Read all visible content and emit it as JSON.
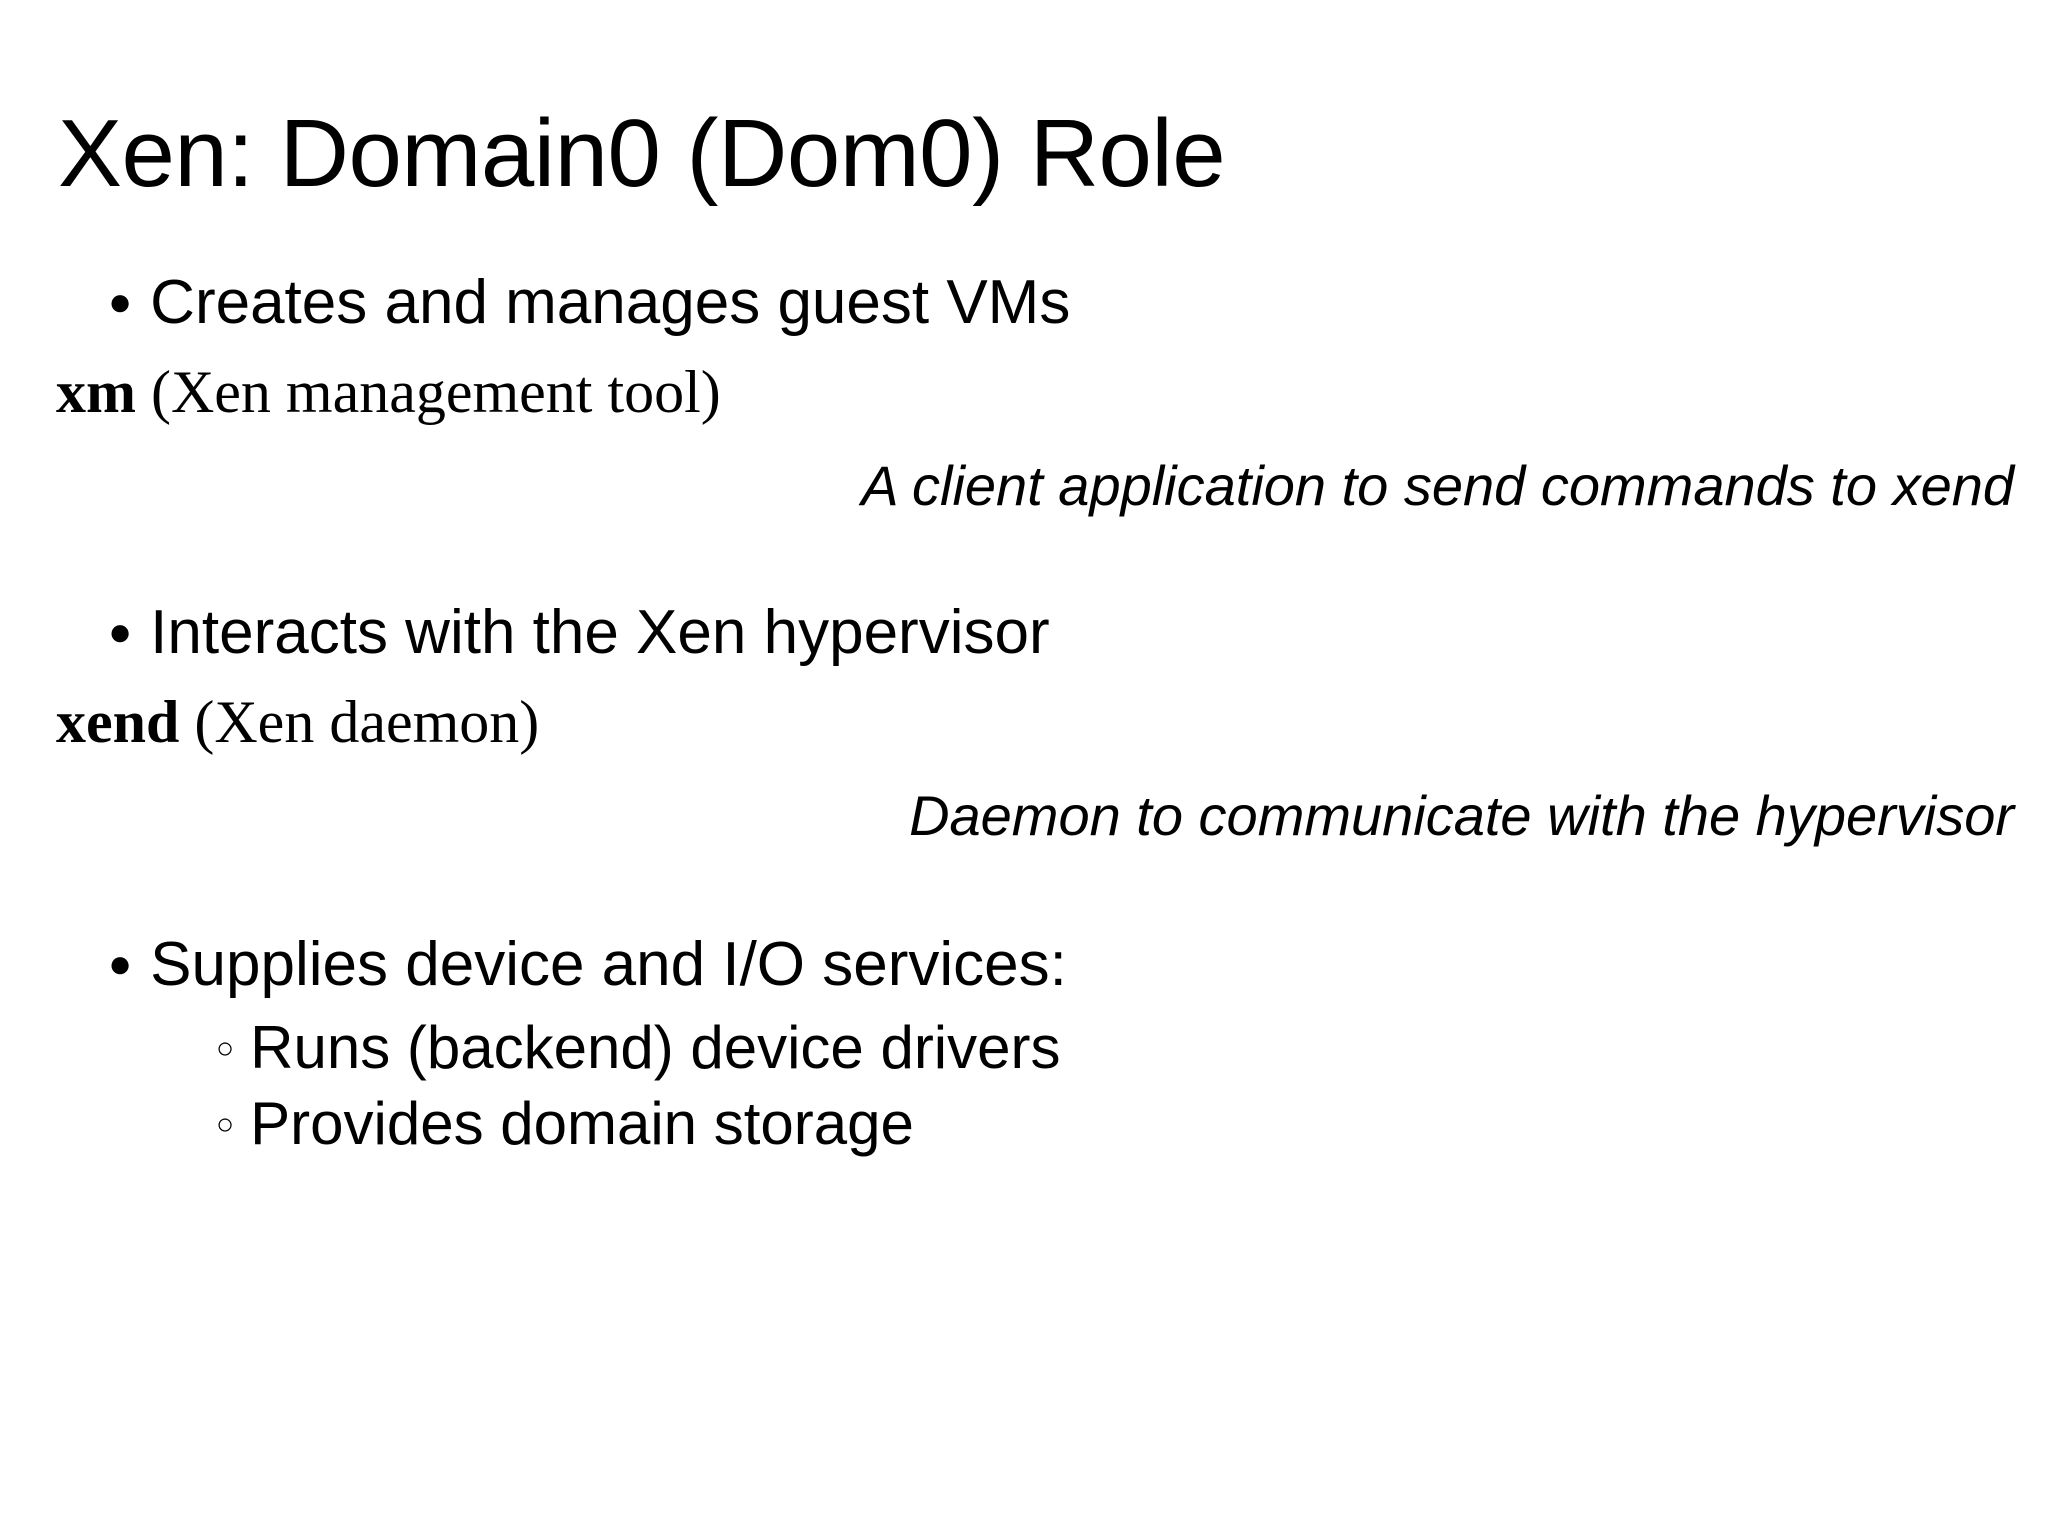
{
  "slide": {
    "title": "Xen: Domain0 (Dom0) Role",
    "background_color": "#ffffff",
    "text_color": "#000000",
    "bullet_glyph_filled": "●",
    "bullet_glyph_hollow": "○",
    "groups": [
      {
        "bullet": "Creates and manages guest VMs",
        "term_name": "xm",
        "term_desc": " (Xen management tool)",
        "note": "A client application to send commands to xend"
      },
      {
        "bullet": "Interacts with the Xen hypervisor",
        "term_name": "xend",
        "term_desc": " (Xen daemon)",
        "note": "Daemon to communicate with the hypervisor"
      },
      {
        "bullet": "Supplies device and I/O services:",
        "subbullets": [
          "Runs (backend) device drivers",
          "Provides domain storage"
        ]
      }
    ]
  }
}
